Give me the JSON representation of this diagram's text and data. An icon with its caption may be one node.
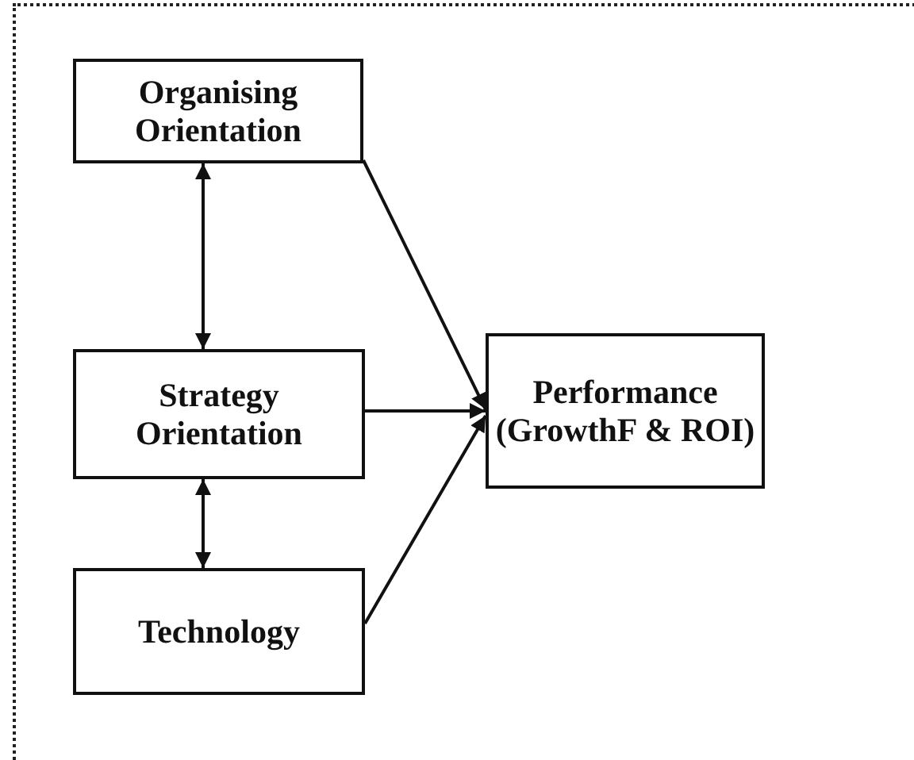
{
  "diagram": {
    "nodes": [
      {
        "text": [
          "Organising Orientation"
        ]
      },
      {
        "text": [
          "Strategy Orientation"
        ]
      },
      {
        "text": [
          "Technology"
        ]
      },
      {
        "text": [
          "Performance (GrowthF & ROI)"
        ]
      }
    ],
    "edges": [
      {
        "from": 0,
        "to": 1,
        "arrow": "both"
      },
      {
        "from": 1,
        "to": 2,
        "arrow": "both"
      },
      {
        "from": 0,
        "to": 3,
        "arrow": "to"
      },
      {
        "from": 1,
        "to": 3,
        "arrow": "to"
      },
      {
        "from": 2,
        "to": 3,
        "arrow": "to"
      }
    ]
  }
}
